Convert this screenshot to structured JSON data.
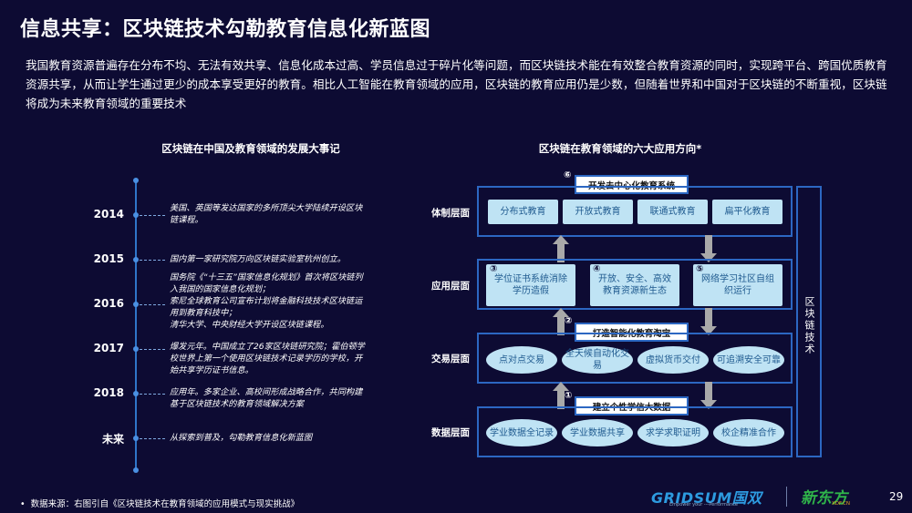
{
  "title": "信息共享：区块链技术勾勒教育信息化新蓝图",
  "intro": "我国教育资源普遍存在分布不均、无法有效共享、信息化成本过高、学员信息过于碎片化等问题，而区块链技术能在有效整合教育资源的同时，实现跨平台、跨国优质教育资源共享，从而让学生通过更少的成本享受更好的教育。相比人工智能在教育领域的应用，区块链的教育应用仍是少数，但随着世界和中国对于区块链的不断重视，区块链将成为未来教育领域的重要技术",
  "timeline": {
    "heading": "区块链在中国及教育领域的发展大事记",
    "events": [
      {
        "year": "2014",
        "text": "美国、英国等发达国家的多所顶尖大学陆续开设区块链课程。"
      },
      {
        "year": "2015",
        "text": "国内第一家研究院万向区块链实验室杭州创立。"
      },
      {
        "year": "2016",
        "text": "国务院《“十三五”国家信息化规划》首次将区块链列入我国的国家信息化规划；\n索尼全球教育公司宣布计划将金融科技技术区块链运用到教育科技中；\n清华大学、中央财经大学开设区块链课程。"
      },
      {
        "year": "2017",
        "text": "爆发元年。中国成立了26家区块链研究院；霍伯顿学校世界上第一个使用区块链技术记录学历的学校，开始共享学历证书信息。"
      },
      {
        "year": "2018",
        "text": "应用年。多家企业、高校间形成战略合作，共同构建基于区块链技术的教育领域解决方案"
      },
      {
        "year": "未来",
        "text": "从探索到普及，勾勒教育信息化新蓝图"
      }
    ]
  },
  "diagram": {
    "heading": "区块链在教育领域的六大应用方向*",
    "side_label": "区块链技术",
    "layers": {
      "institution": {
        "label": "体制层面",
        "cells": [
          "分布式教育",
          "开放式教育",
          "联通式教育",
          "扁平化教育"
        ]
      },
      "application": {
        "label": "应用层面",
        "cells": [
          {
            "num": "③",
            "text": "学位证书系统消除学历造假"
          },
          {
            "num": "④",
            "text": "开放、安全、高效教育资源新生态"
          },
          {
            "num": "⑤",
            "text": "网络学习社区自组织运行"
          }
        ]
      },
      "transaction": {
        "label": "交易层面",
        "cells": [
          "点对点交易",
          "全天候自动化交易",
          "虚拟货币交付",
          "可追溯安全可靠"
        ]
      },
      "data": {
        "label": "数据层面",
        "cells": [
          "学业数据全记录",
          "学业数据共享",
          "求学求职证明",
          "校企精准合作"
        ]
      }
    },
    "callouts": [
      {
        "num": "⑥",
        "text": "开发去中心化教育系统"
      },
      {
        "num": "②",
        "text": "打造智能化教育淘宝"
      },
      {
        "num": "①",
        "text": "建立个性学信大数据"
      }
    ]
  },
  "footnote": "数据来源：右图引自《区块链技术在教育领域的应用模式与现实挑战》",
  "footnote_bullet": "•",
  "page_number": "29",
  "logos": {
    "gridsum": "GRIDSUM国双",
    "gridsum_tagline": "Empower your ---Performance",
    "xdf": "新东方",
    "xdf_sub": "XDF.CN"
  },
  "colors": {
    "background": "#0d0b33",
    "accent_blue": "#2c67c2",
    "cell_fill": "#bfe3f4",
    "arrow_gray": "#a9a9a9"
  }
}
